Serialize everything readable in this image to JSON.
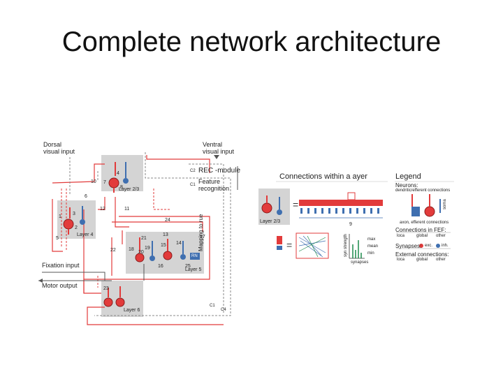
{
  "slide": {
    "title": "Complete network architecture"
  },
  "diagram": {
    "inputs": {
      "dorsal": [
        "Dorsal",
        "visual input"
      ],
      "ventral": [
        "Ventral",
        "visual input"
      ],
      "fixation": "Fixation input",
      "motor": "Motor output",
      "rec_module": "REC -module",
      "feature": [
        "Feature",
        "recognition"
      ],
      "mapping": "Mapping to rue"
    },
    "layers": {
      "l23": "Layer 2/3",
      "l4": "Layer 4",
      "l5": "Layer 5",
      "l6": "Layer 6"
    },
    "markers": {
      "c1": "C1",
      "c2": "C2",
      "c4": "C4",
      "rn": "RN"
    },
    "numbers": [
      "1",
      "2",
      "3",
      "4",
      "5",
      "6",
      "7",
      "8",
      "9",
      "10",
      "11",
      "12",
      "13",
      "14",
      "15",
      "16",
      "17",
      "18",
      "19",
      "20",
      "21",
      "22",
      "23",
      "24",
      "25"
    ],
    "connections_panel": {
      "title": "Connections within a ayer",
      "layer_label": "Layer 2/3",
      "axis_y": "syn strength",
      "axis_x": "synapses",
      "levels": [
        "max",
        "mean",
        "min"
      ]
    },
    "legend": {
      "title": "Legend",
      "neurons": "Neurons:",
      "dendrite_label": "dendritic/efferent connections",
      "soma_label": "soma",
      "axon_label": "axon, efferent connections",
      "conn_fef": "Connections in FEF:",
      "conn_types": [
        "loca",
        "global",
        "other"
      ],
      "synapses": "Synapses:",
      "syn_types": [
        "exc.",
        "inh."
      ],
      "external": "External connections:",
      "ext_types": [
        "loca",
        "global",
        "other"
      ]
    },
    "colors": {
      "excitatory": "#e23b3b",
      "inhibitory": "#3f6fb0",
      "layer_bg": "#d4d4d4"
    }
  }
}
